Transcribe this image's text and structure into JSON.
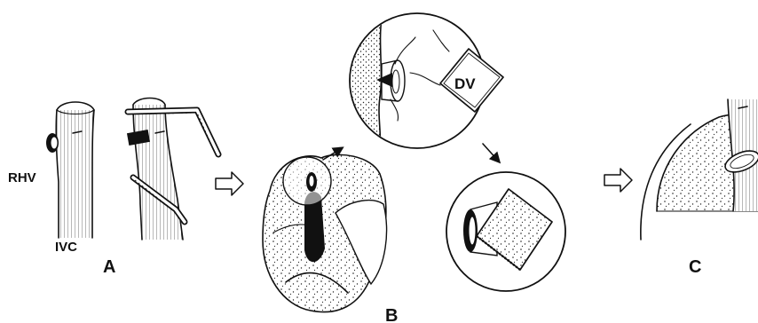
{
  "labels": {
    "rhv": "RHV",
    "ivc": "IVC",
    "dv": "DV",
    "panel_a": "A",
    "panel_b": "B",
    "panel_c": "C"
  },
  "colors": {
    "ink": "#111111",
    "background": "#ffffff"
  }
}
